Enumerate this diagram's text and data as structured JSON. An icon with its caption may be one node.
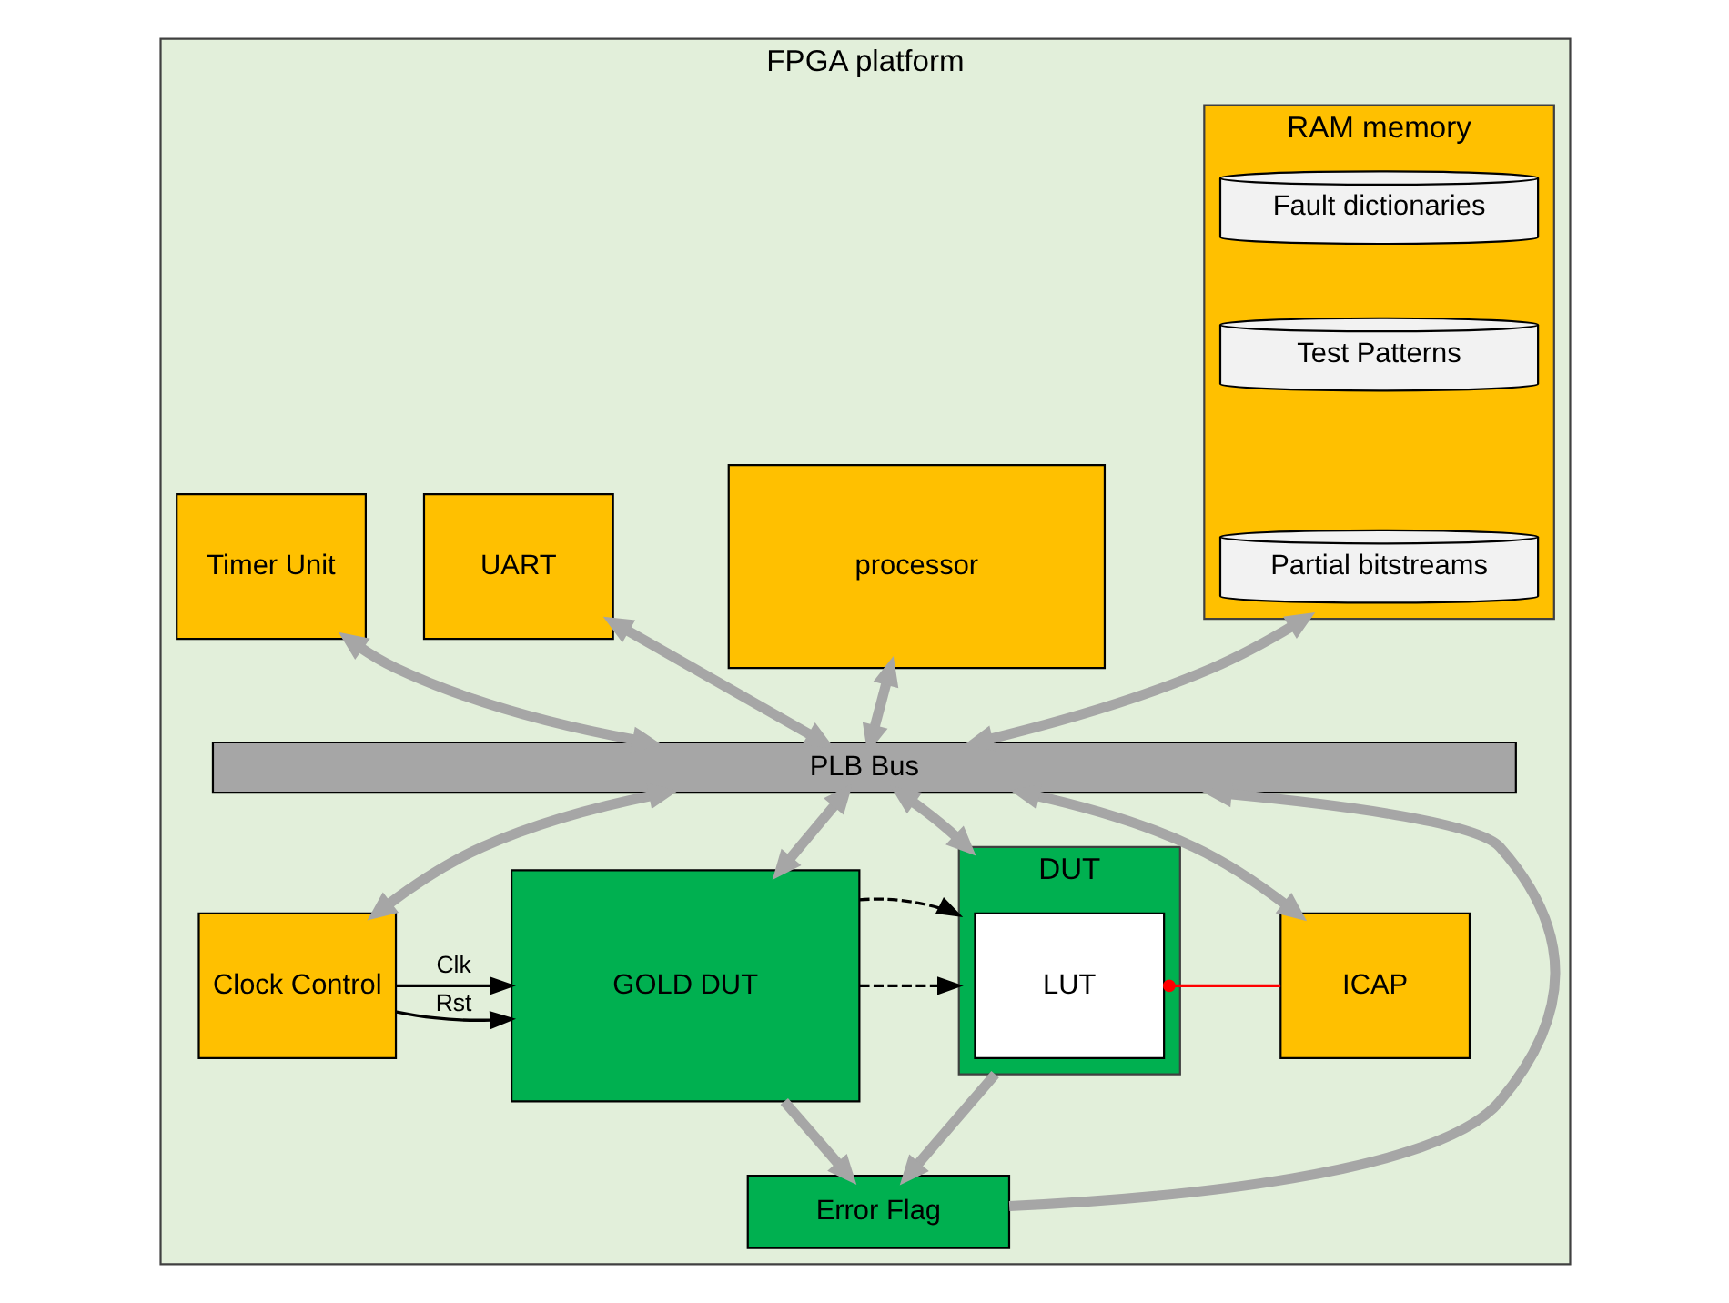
{
  "diagram": {
    "nodes": [
      {
        "text": [
          "FPGA platform"
        ]
      },
      {
        "text": [
          "UART"
        ],
        "in": 0
      },
      {
        "text": [
          "processor"
        ],
        "in": 0
      },
      {
        "text": [
          "RAM memory"
        ],
        "in": 0
      },
      {
        "text": [
          "Fault dictionaries"
        ],
        "in": 3
      },
      {
        "text": [
          "Test Patterns"
        ],
        "in": 3
      },
      {
        "text": [
          "Partial bitstreams"
        ],
        "in": 3
      },
      {
        "text": [
          "Timer Unit"
        ],
        "in": 0
      },
      {
        "text": [
          "PLB Bus"
        ],
        "in": 0
      },
      {
        "text": [
          "Clock Control"
        ],
        "in": 0
      },
      {
        "text": [
          "GOLD DUT"
        ],
        "in": 0
      },
      {
        "text": [
          "DUT"
        ],
        "in": 0
      },
      {
        "text": [
          "LUT"
        ],
        "in": 11
      },
      {
        "text": [
          "ICAP"
        ],
        "in": 0
      },
      {
        "text": [
          "Error Flag"
        ],
        "in": 0
      }
    ],
    "edges": [
      {
        "from": 1,
        "to": 8,
        "arrow": "both"
      },
      {
        "from": 2,
        "to": 8,
        "arrow": "both"
      },
      {
        "from": 3,
        "to": 8,
        "arrow": "both"
      },
      {
        "from": 7,
        "to": 8,
        "arrow": "both"
      },
      {
        "from": 8,
        "to": 9,
        "arrow": "both"
      },
      {
        "from": 8,
        "to": 10,
        "arrow": "both"
      },
      {
        "from": 8,
        "to": 11,
        "arrow": "both"
      },
      {
        "from": 8,
        "to": 13,
        "arrow": "both"
      },
      {
        "from": 9,
        "to": 10,
        "arrow": "to",
        "label": "Clk",
        "color": "#000000"
      },
      {
        "from": 9,
        "to": 10,
        "arrow": "to",
        "label": "Rst",
        "color": "#000000"
      },
      {
        "from": 10,
        "to": 11,
        "arrow": "to",
        "style": "dashed",
        "color": "#000000"
      },
      {
        "from": 10,
        "to": 11,
        "arrow": "to",
        "style": "dashed",
        "color": "#000000"
      },
      {
        "from": 13,
        "to": 12,
        "arrow": "other",
        "color": "#ff0000"
      },
      {
        "from": 10,
        "to": 14,
        "arrow": "to"
      },
      {
        "from": 11,
        "to": 14,
        "arrow": "to"
      },
      {
        "from": 14,
        "to": 8,
        "arrow": "to"
      }
    ]
  }
}
